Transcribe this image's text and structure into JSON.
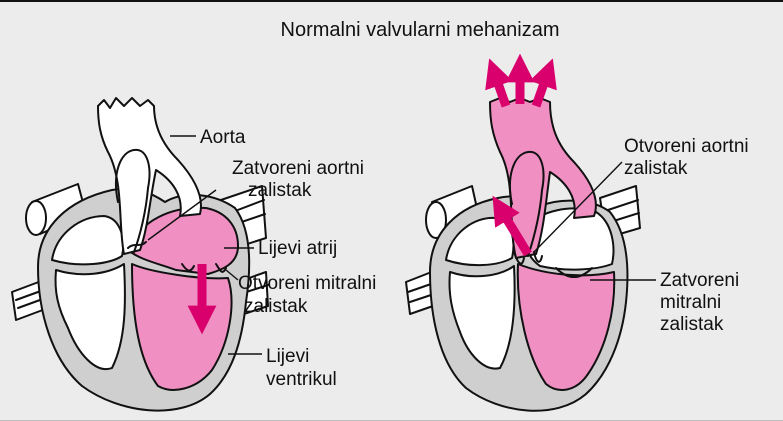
{
  "title": "Normalni valvularni mehanizam",
  "left_heart": {
    "aorta": "Aorta",
    "closed_aortic_valve": [
      "Zatvoreni aortni",
      "zalistak"
    ],
    "left_atrium": "Lijevi atrij",
    "open_mitral_valve": [
      "Otvoreni mitralni",
      "zalistak"
    ],
    "left_ventricle": [
      "Lijevi",
      "ventrikul"
    ]
  },
  "right_heart": {
    "open_aortic_valve": [
      "Otvoreni aortni",
      "zalistak"
    ],
    "closed_mitral_valve": [
      "Zatvoreni",
      "mitralni",
      "zalistak"
    ]
  },
  "colors": {
    "background": "#ececec",
    "wall": "#cfcfcf",
    "pink": "#ef8fc2",
    "pink_light": "#f4b1d5",
    "arrow": "#d9006e",
    "outline": "#111111"
  }
}
